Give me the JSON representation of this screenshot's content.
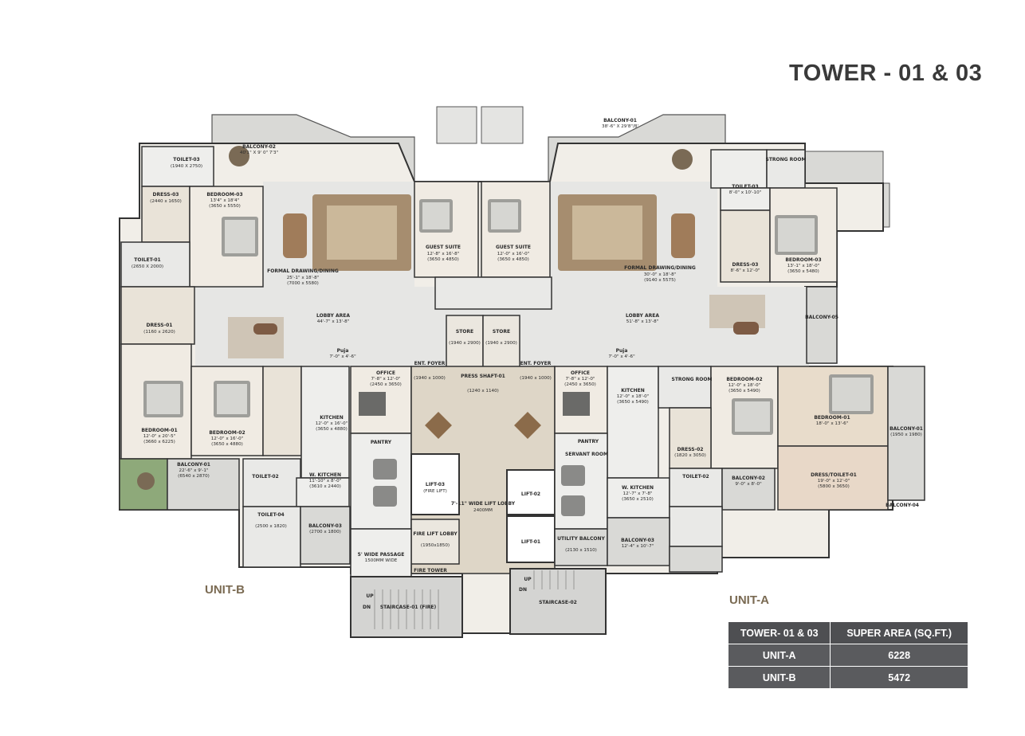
{
  "title": "TOWER - 01 & 03",
  "unit_labels": {
    "unit_b": "UNIT-B",
    "unit_a": "UNIT-A"
  },
  "table": {
    "headers": [
      "TOWER- 01 & 03",
      "SUPER AREA (SQ.FT.)"
    ],
    "rows": [
      {
        "unit": "UNIT-A",
        "area": "6228"
      },
      {
        "unit": "UNIT-B",
        "area": "5472"
      }
    ]
  },
  "rooms": {
    "balcony_02": {
      "name": "BALCONY-02",
      "dim": "40'1\" X 9' 0\" 7'3\""
    },
    "balcony_01_top": {
      "name": "BALCONY-01",
      "dim": "38'-6\" X 29'8\"/8'"
    },
    "toilet_03_b": {
      "name": "TOILET-03",
      "dim": "(1940 X 2750)"
    },
    "dress_03_b": {
      "name": "DRESS-03",
      "dim": "(2440 x 1650)"
    },
    "bedroom_03_b": {
      "name": "BEDROOM-03",
      "dim": "13'4\" x 18'4\"",
      "mm": "(3650 x 5550)"
    },
    "formal_drawing_b": {
      "name": "FORMAL DRAWING/DINING",
      "dim": "25'-1\" x 18'-8\"",
      "mm": "(7000 x 5580)"
    },
    "guest_suite": {
      "name": "GUEST SUITE",
      "dim": "12'-8\" x 16'-8\"",
      "mm": "(3650 x 4850)"
    },
    "guest_suite_a": {
      "name": "GUEST SUITE",
      "dim": "12'-0\" x 16'-0\"",
      "mm": "(3650 x 4850)"
    },
    "formal_drawing_a": {
      "name": "FORMAL DRAWING/DINING",
      "dim": "30'-0\" x 18'-8\"",
      "mm": "(9140 x 5575)"
    },
    "strong_room_top": {
      "name": "STRONG ROOM"
    },
    "toilet_03_a": {
      "name": "TOILET-03",
      "dim": "8'-0\" x 10'-10\""
    },
    "dress_03_a": {
      "name": "DRESS-03",
      "dim": "8'-6\" x 12'-0\""
    },
    "bedroom_03_a": {
      "name": "BEDROOM-03",
      "dim": "13'-1\" x 18'-0\"",
      "mm": "(3650 x 5480)"
    },
    "toilet_01_b": {
      "name": "TOILET-01",
      "dim": "(2650 X 2000)"
    },
    "dress_01_b": {
      "name": "DRESS-01",
      "dim": "(1160 x 2620)"
    },
    "lobby_b": {
      "name": "LOBBY AREA",
      "dim": "44'-7\" x 13'-8\""
    },
    "lobby_a": {
      "name": "LOBBY AREA",
      "dim": "51'-8\" x 13'-8\""
    },
    "store_1": {
      "name": "STORE",
      "dim": "(1940 x 2900)"
    },
    "store_2": {
      "name": "STORE",
      "dim": "(1940 x 2900)"
    },
    "balcony_05": {
      "name": "BALCONY-05"
    },
    "puja_b": {
      "name": "Puja",
      "dim": "7'-0\" x 4'-6\""
    },
    "puja_a": {
      "name": "Puja",
      "dim": "7'-0\" x 4'-6\""
    },
    "office_b": {
      "name": "OFFICE",
      "dim": "7'-8\" x 12'-0\"",
      "mm": "(2450 x 3650)"
    },
    "ent_foyer_b": {
      "name": "ENT. FOYER",
      "dim": "(1940 x 1000)"
    },
    "press_shaft": {
      "name": "PRESS SHAFT-01",
      "dim": "(1240 x 1140)"
    },
    "ent_foyer_a": {
      "name": "ENT. FOYER",
      "dim": "(1940 x 1000)"
    },
    "office_a": {
      "name": "OFFICE",
      "dim": "7'-8\" x 12'-0\"",
      "mm": "(2450 x 3650)"
    },
    "kitchen_b": {
      "name": "KITCHEN",
      "dim": "12'-0\" x 16'-0\"",
      "mm": "(3650 x 4880)"
    },
    "kitchen_a": {
      "name": "KITCHEN",
      "dim": "12'-0\" x 18'-0\"",
      "mm": "(3650 x 5490)"
    },
    "strong_room_a": {
      "name": "STRONG ROOM"
    },
    "bedroom_02_a": {
      "name": "BEDROOM-02",
      "dim": "12'-0\" x 18'-0\"",
      "mm": "(3650 x 5490)"
    },
    "bedroom_01_a": {
      "name": "BEDROOM-01",
      "dim": "18'-0\" x 13'-6\""
    },
    "bedroom_01_b": {
      "name": "BEDROOM-01",
      "dim": "12'-0\" x 20'-5\"",
      "mm": "(3660 x 6225)"
    },
    "bedroom_02_b": {
      "name": "BEDROOM-02",
      "dim": "12'-0\" x 16'-0\"",
      "mm": "(3650 x 4880)"
    },
    "pantry_b": {
      "name": "PANTRY"
    },
    "pantry_a": {
      "name": "PANTRY"
    },
    "dress_02_a": {
      "name": "DRESS-02",
      "dim": "(1820 x 3050)"
    },
    "dress_toilet_01": {
      "name": "DRESS/TOILET-01",
      "dim": "19'-0\" x 12'-0\"",
      "mm": "(5800 x 3650)"
    },
    "balcony_04": {
      "name": "BALCONY-04"
    },
    "balcony_01_b": {
      "name": "BALCONY-01",
      "dim": "22'-6\" x 9'-1\"",
      "mm": "(6540 x 2870)"
    },
    "toilet_02_b": {
      "name": "TOILET-02"
    },
    "w_kitchen_b": {
      "name": "W. KITCHEN",
      "dim": "11'-10\" x 8'-0\"",
      "mm": "(3610 x 2440)"
    },
    "lift_03": {
      "name": "LIFT-03",
      "sub": "(FIRE LIFT)"
    },
    "lift_lobby": {
      "name": "7'-11\" WIDE LIFT LOBBY",
      "dim": "2400MM"
    },
    "lift_02": {
      "name": "LIFT-02"
    },
    "lift_01": {
      "name": "LIFT-01"
    },
    "servant_room": {
      "name": "SERVANT ROOM"
    },
    "w_kitchen_a": {
      "name": "W. KITCHEN",
      "dim": "12'-7\" x 7'-8\"",
      "mm": "(3650 x 2510)"
    },
    "toilet_02_a": {
      "name": "TOILET-02"
    },
    "balcony_02_a": {
      "name": "BALCONY-02",
      "dim": "9'-0\" x 8'-0\""
    },
    "toilet_04_b": {
      "name": "TOILET-04",
      "dim": "(2500 x 1820)"
    },
    "balcony_03_b": {
      "name": "BALCONY-03",
      "dim": "(2700 x 1800)"
    },
    "fire_lift_lobby": {
      "name": "FIRE LIFT LOBBY",
      "dim": "(1950x1850)"
    },
    "utility_balcony": {
      "name": "UTILITY BALCONY",
      "dim": "(2130 x 1510)"
    },
    "balcony_03_a": {
      "name": "BALCONY-03",
      "dim": "12'-4\" x 10'-7\""
    },
    "passage": {
      "name": "5' WIDE PASSAGE",
      "dim": "1500MM WIDE"
    },
    "fire_tower": {
      "name": "FIRE TOWER"
    },
    "staircase_01": {
      "name": "STAIRCASE-01 (FIRE)"
    },
    "staircase_02": {
      "name": "STAIRCASE-02"
    },
    "up_1": {
      "name": "UP"
    },
    "up_2": {
      "name": "UP"
    },
    "dn_1": {
      "name": "DN"
    },
    "dn_2": {
      "name": "DN"
    },
    "bed_01_a_right": {
      "name": "BALCONY-01",
      "dim": "(1950 x 1980)"
    }
  }
}
